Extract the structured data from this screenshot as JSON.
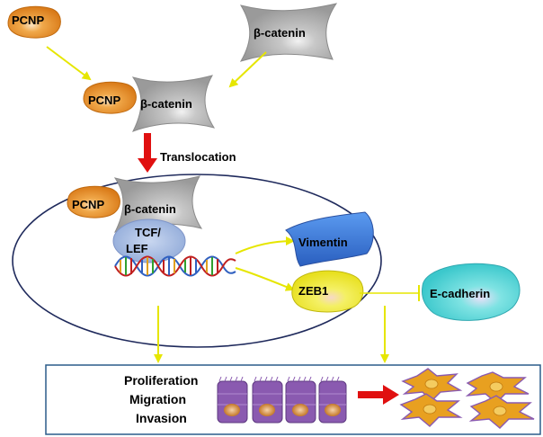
{
  "labels": {
    "pcnp_top": "PCNP",
    "beta_catenin_top": "β-catenin",
    "pcnp_complex": "PCNP",
    "beta_catenin_complex": "β-catenin",
    "translocation": "Translocation",
    "pcnp_nucleus": "PCNP",
    "beta_catenin_nucleus": "β-catenin",
    "tcf_lef_line1": "TCF/",
    "tcf_lef_line2": "LEF",
    "vimentin": "Vimentin",
    "zeb1": "ZEB1",
    "e_cadherin": "E-cadherin",
    "outcome_line1": "Proliferation",
    "outcome_line2": "Migration",
    "outcome_line3": "Invasion"
  },
  "colors": {
    "pcnp": "#e8912a",
    "beta_catenin": "#b9b9b9",
    "tcf_lef": "#a9bfe4",
    "vimentin": "#3f7fd6",
    "zeb1": "#f2ee4a",
    "e_cadherin": "#5ed6d6",
    "yellow_arrow": "#e6e600",
    "red_arrow": "#e01010",
    "nucleus_outline": "#1f2a5c",
    "epithelial_cell": "#8a5ab0",
    "mesenchymal_cell": "#e8a020",
    "outcome_box_border": "#2b5c8a"
  }
}
